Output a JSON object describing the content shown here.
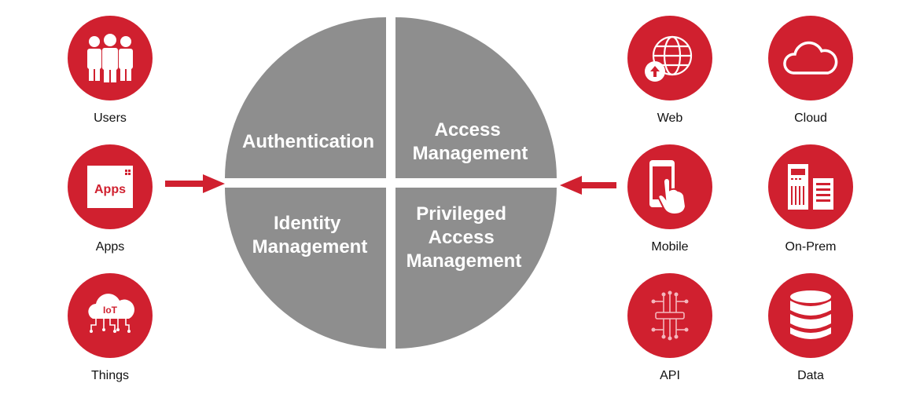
{
  "accent_color": "#d0202f",
  "quadrant_color": "#8e8e8e",
  "left_nodes": [
    {
      "label": "Users",
      "icon": "users-icon"
    },
    {
      "label": "Apps",
      "icon": "apps-icon",
      "icon_text": "Apps"
    },
    {
      "label": "Things",
      "icon": "iot-cloud-icon",
      "icon_text": "IoT"
    }
  ],
  "right_nodes": [
    {
      "label": "Web",
      "icon": "globe-upload-icon"
    },
    {
      "label": "Cloud",
      "icon": "cloud-icon"
    },
    {
      "label": "Mobile",
      "icon": "mobile-touch-icon"
    },
    {
      "label": "On-Prem",
      "icon": "server-icon"
    },
    {
      "label": "API",
      "icon": "circuit-chip-icon"
    },
    {
      "label": "Data",
      "icon": "database-icon"
    }
  ],
  "quadrants": {
    "top_left": [
      "Authentication"
    ],
    "top_right": [
      "Access",
      "Management"
    ],
    "bottom_left": [
      "Identity",
      "Management"
    ],
    "bottom_right": [
      "Privileged",
      "Access",
      "Management"
    ]
  }
}
